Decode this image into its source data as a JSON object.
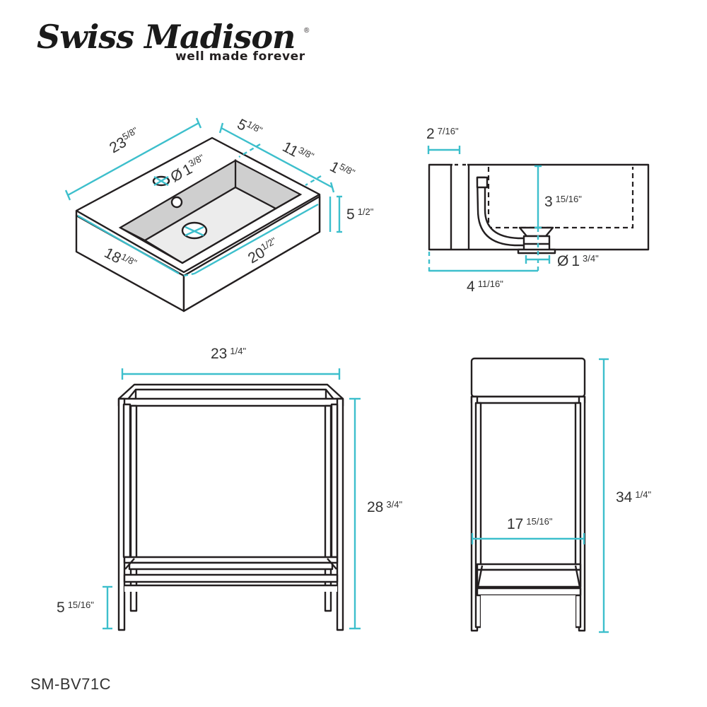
{
  "brand": {
    "name": "Swiss Madison",
    "registered_mark": "®",
    "tagline": "well made forever"
  },
  "colors": {
    "dimension_line": "#3dbfcc",
    "outline": "#231f20",
    "basin_shade": "#cfcfcf",
    "basin_floor": "#ececec"
  },
  "views": {
    "sink_isometric": {
      "dims": {
        "overall_width": {
          "whole": "23",
          "frac": "5/8",
          "unit": "\""
        },
        "back_depth": {
          "whole": "5",
          "frac": "1/8",
          "unit": "\""
        },
        "basin_depth": {
          "whole": "11",
          "frac": "3/8",
          "unit": "\""
        },
        "front_lip": {
          "whole": "1",
          "frac": "5/8",
          "unit": "\""
        },
        "height": {
          "whole": "5",
          "frac": "1/2",
          "unit": "\""
        },
        "overall_depth": {
          "whole": "18",
          "frac": "1/8",
          "unit": "\""
        },
        "basin_width": {
          "whole": "20",
          "frac": "1/2",
          "unit": "\""
        },
        "faucet_hole": {
          "prefix": "Ø",
          "whole": "1",
          "frac": "3/8",
          "unit": "\""
        }
      }
    },
    "sink_section": {
      "dims": {
        "back_wall": {
          "whole": "2",
          "frac": "7/16",
          "unit": "\""
        },
        "basin_depth": {
          "whole": "3",
          "frac": "15/16",
          "unit": "\""
        },
        "drain_diameter": {
          "prefix": "Ø",
          "whole": "1",
          "frac": "3/4",
          "unit": "\""
        },
        "drain_offset": {
          "whole": "4",
          "frac": "11/16",
          "unit": "\""
        }
      }
    },
    "vanity_front": {
      "dims": {
        "width": {
          "whole": "23",
          "frac": "1/4",
          "unit": "\""
        },
        "height": {
          "whole": "28",
          "frac": "3/4",
          "unit": "\""
        },
        "leg_clearance": {
          "whole": "5",
          "frac": "15/16",
          "unit": "\""
        }
      }
    },
    "vanity_side": {
      "dims": {
        "depth": {
          "whole": "17",
          "frac": "15/16",
          "unit": "\""
        },
        "total_height": {
          "whole": "34",
          "frac": "1/4",
          "unit": "\""
        }
      }
    }
  },
  "model_number": "SM-BV71C"
}
